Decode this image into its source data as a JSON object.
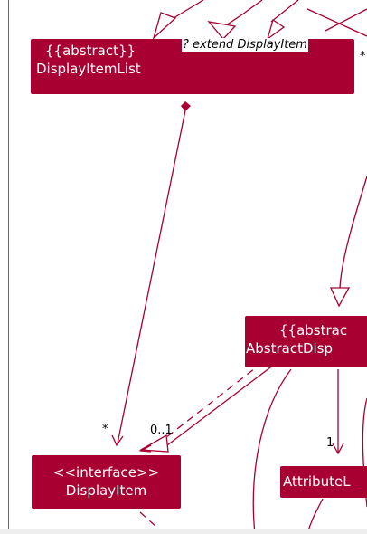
{
  "colors": {
    "node_fill": "#a80030",
    "line": "#a80030",
    "text_on_node": "#ffffff"
  },
  "nodes": {
    "display_item_list": {
      "stereotype": "{{abstract}}",
      "name": "DisplayItemList"
    },
    "abstract_display": {
      "stereotype": "{{abstrac",
      "name": "AbstractDisp"
    },
    "display_item": {
      "stereotype": "<<interface>>",
      "name": "DisplayItem"
    },
    "attribute": {
      "name": "AttributeL"
    }
  },
  "labels": {
    "generic": "? extend DisplayItem",
    "mult_star_top": "*",
    "mult_star": "*",
    "mult_zero_one": "0..1",
    "mult_one": "1"
  }
}
